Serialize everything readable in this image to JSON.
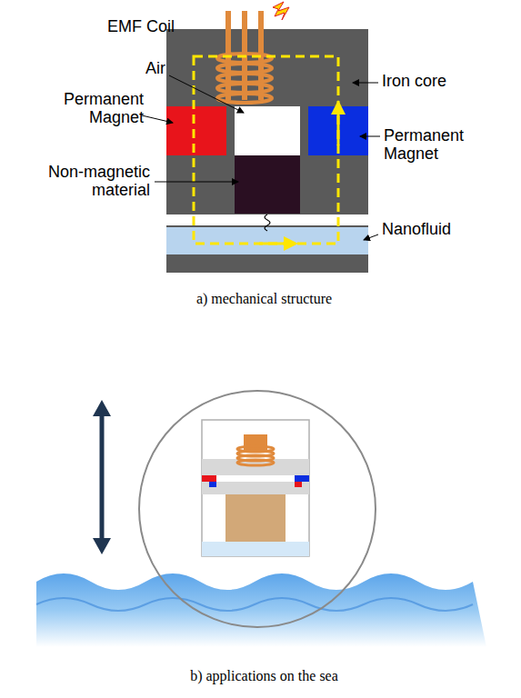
{
  "diagram": {
    "labels": [
      "EMF Coil",
      "Air",
      "Iron core",
      "Permanent Magnet",
      "Permanent Magnet",
      "Non-magnetic material",
      "Nanofluid",
      "a) mechanical structure",
      "b) applications on the sea"
    ]
  }
}
